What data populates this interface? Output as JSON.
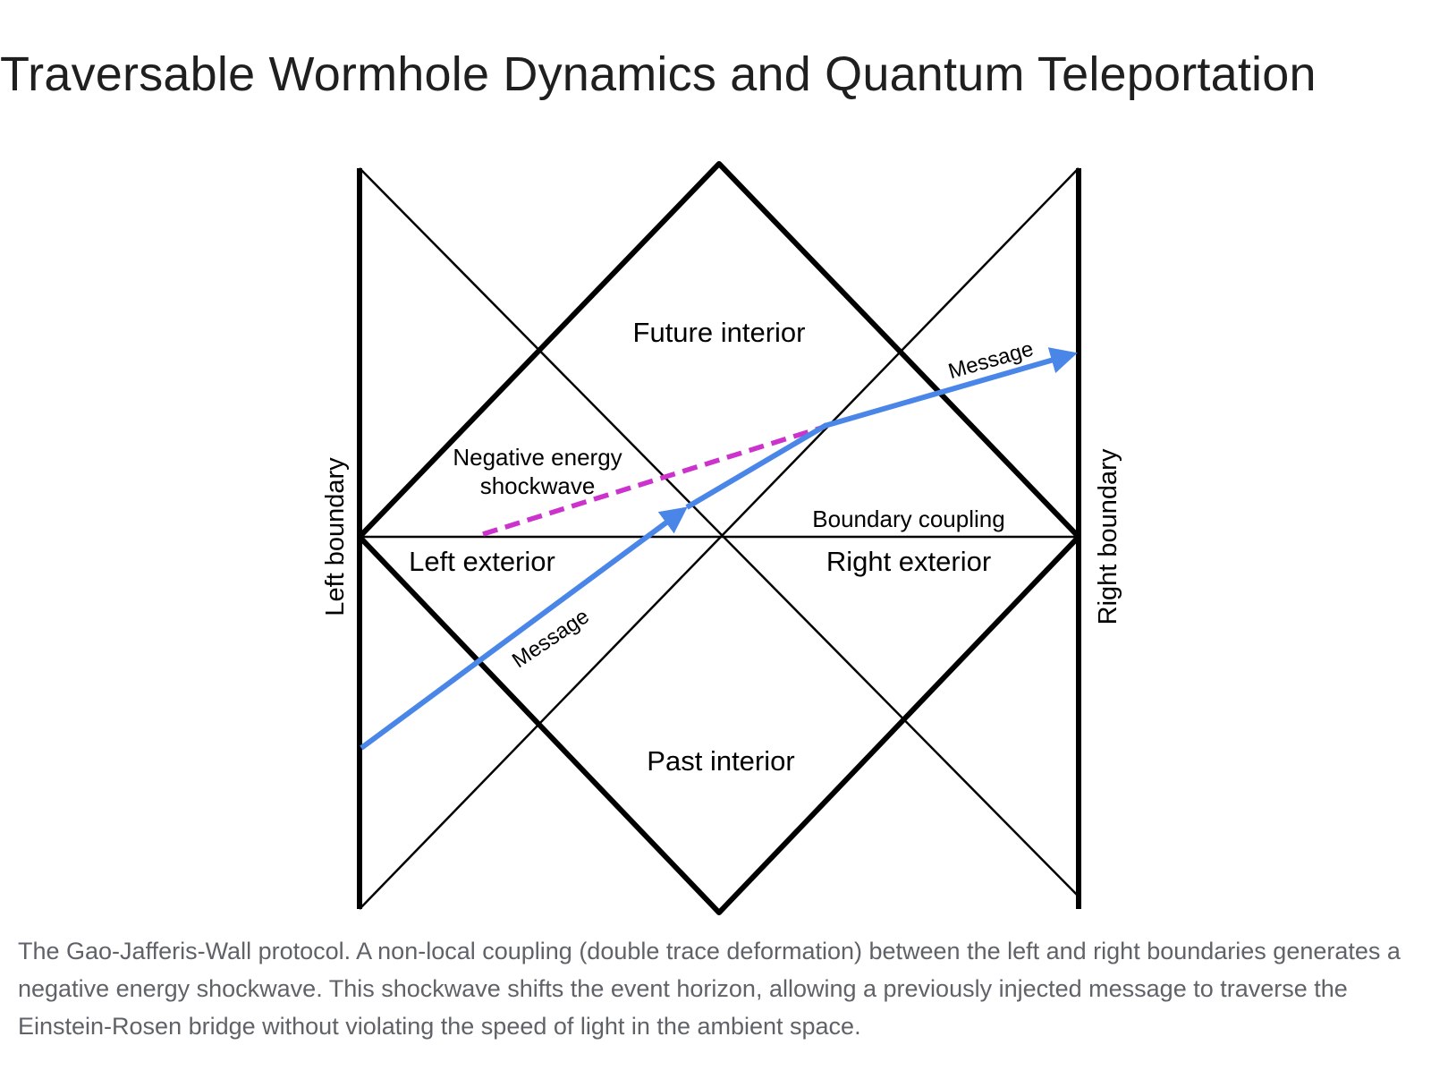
{
  "title": "Traversable Wormhole Dynamics and Quantum Teleportation",
  "diagram": {
    "labels": {
      "future_interior": "Future interior",
      "past_interior": "Past interior",
      "left_exterior": "Left exterior",
      "right_exterior": "Right exterior",
      "negative_energy_line1": "Negative energy",
      "negative_energy_line2": "shockwave",
      "boundary_coupling": "Boundary coupling",
      "message_lower": "Message",
      "message_upper": "Message",
      "left_boundary": "Left boundary",
      "right_boundary": "Right boundary"
    },
    "colors": {
      "message_arrow": "#4a86e8",
      "shockwave": "#cc33cc",
      "lines": "#000000"
    }
  },
  "caption": "The Gao-Jafferis-Wall protocol. A non-local coupling (double trace deformation) between the left and right boundaries generates a negative energy shockwave. This shockwave shifts the event horizon, allowing a previously injected message to traverse the Einstein-Rosen bridge without violating the speed of light in the ambient space."
}
